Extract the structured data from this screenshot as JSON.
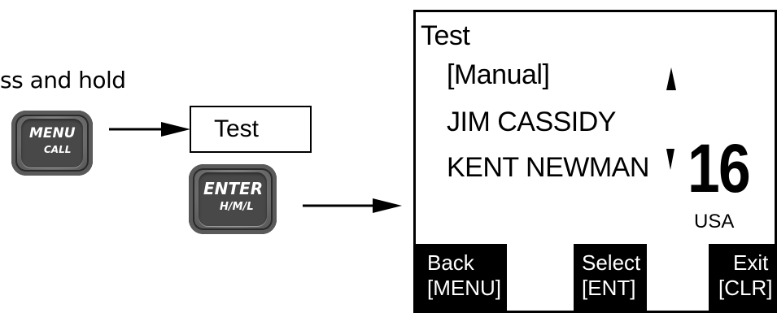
{
  "instruction": "ss and hold",
  "keys": {
    "menu": {
      "line1": "MENU",
      "line2": "CALL"
    },
    "enter": {
      "line1": "ENTER",
      "line2": "H/M/L"
    }
  },
  "menu_box": {
    "label": "Test"
  },
  "lcd": {
    "title": "Test",
    "items": [
      "[Manual]",
      "JIM CASSIDY",
      "KENT NEWMAN"
    ],
    "channel": "16",
    "region": "USA",
    "softkeys": [
      {
        "line1": "Back",
        "line2": "[MENU]"
      },
      {
        "line1": "Select",
        "line2": "[ENT]"
      },
      {
        "line1": "Exit",
        "line2": "[CLR]"
      }
    ]
  },
  "icons": {
    "scroll_up": "up-triangle-icon",
    "scroll_down": "down-triangle-icon"
  }
}
